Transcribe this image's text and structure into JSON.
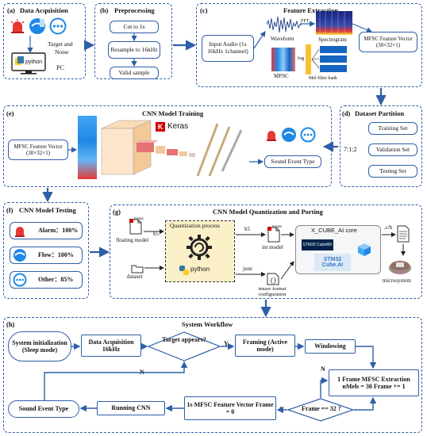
{
  "panels": {
    "a": {
      "label": "(a)",
      "title": "Data Acquisition",
      "target": "Target and",
      "noise": "Noise",
      "pc": "PC",
      "python": "python"
    },
    "b": {
      "label": "(b)",
      "title": "Preprocessing",
      "step1": "Cut to 1s",
      "step2": "Resample to 16kHz",
      "step3": "Valid sample"
    },
    "c": {
      "label": "(c)",
      "title": "Feature Extraction",
      "input": "Input Audio (1s 16kHz 1channel)",
      "waveform": "Waveform",
      "fft": "FFT",
      "spectrogram": "Spectrogram",
      "log": "log",
      "mfsc": "MFSC",
      "melbank": "Mel filter bank",
      "output": "MFSC Feature Vector (30×32×1)"
    },
    "d": {
      "label": "(d)",
      "title": "Dataset Partition",
      "ratio": "7:1:2",
      "set1": "Training Set",
      "set2": "Validation Set",
      "set3": "Testing Set"
    },
    "e": {
      "label": "(e)",
      "title": "CNN Model Training",
      "keras": "Keras",
      "input": "MFSC Feature Vector (30×32×1)",
      "output": "Sound Event Type"
    },
    "f": {
      "label": "(f)",
      "title": "CNN Model Testing",
      "r1": "Alarm：100%",
      "r2": "Flow：100%",
      "r3": "Other：85%"
    },
    "g": {
      "label": "(g)",
      "title": "CNN Model Quantization and Porting",
      "floating": "floating model",
      "h5a": "h5",
      "qp": "Quantization process",
      "python": "python",
      "h5b": "h5",
      "int": "int model",
      "json": "json",
      "tensor": "tensor format configuration",
      "dataset": "dataset",
      "xcube": "X_CUBE_AI core",
      "ch": ".c/h",
      "micro": "microsystem",
      "stm32mx": "STM32 CubeMX",
      "stm32ai": "STM32 Cube.AI",
      "kerasA": "Keras",
      "kerasB": "Keras"
    },
    "h": {
      "label": "(h)",
      "title": "System Workflow",
      "init": "System initialization (Sleep mode)",
      "acq": "Data Acquisition 16kHz",
      "target": "Target appears?",
      "framing": "Framing (Active mode)",
      "windowing": "Windowing",
      "extract": "1 Frame MFSC Extraction nMels = 30 Frame += 1",
      "frame32": "Frame == 32 ?",
      "vector": "1s MFSC Feature Vector Frame = 0",
      "cnn": "Running CNN",
      "event": "Sound Event Type",
      "y1": "Y",
      "n1": "N",
      "y2": "Y",
      "n2": "N"
    }
  },
  "colors": {
    "accent": "#2e5fa8",
    "alarm": "#e53935",
    "flow": "#1e88e5",
    "keras": "#d00000"
  }
}
